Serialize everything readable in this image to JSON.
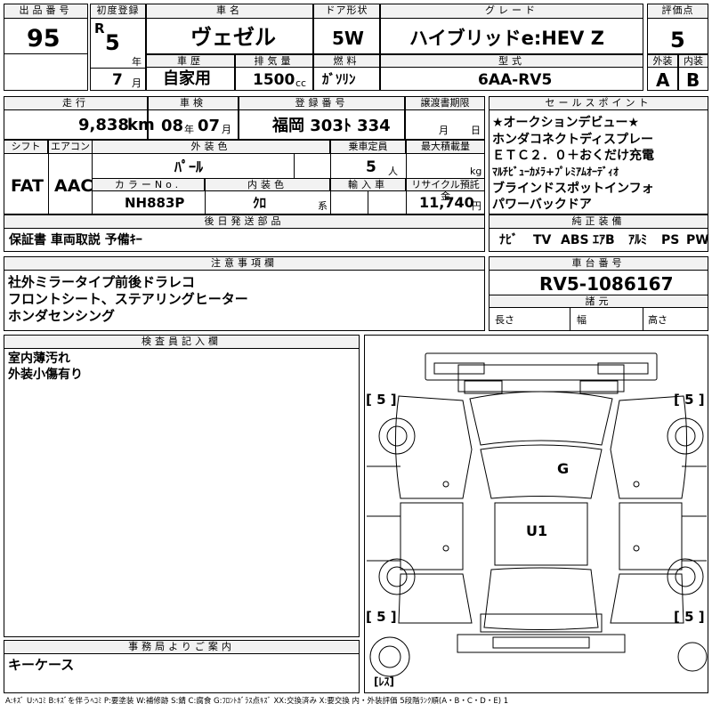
{
  "header": {
    "lot_number": {
      "label": "出品番号",
      "value": "95"
    },
    "first_registration": {
      "label": "初度登録",
      "era": "R",
      "year": "5",
      "year_unit": "年",
      "month": "7",
      "month_unit": "月"
    },
    "car_name": {
      "label": "車名",
      "value": "ヴェゼル"
    },
    "door": {
      "label": "ドア形状",
      "value": "5W"
    },
    "grade": {
      "label": "グレード",
      "value": "ハイブリッドe:HEV Z"
    },
    "rating": {
      "label": "評価点",
      "value": "5"
    },
    "history": {
      "label": "車歴",
      "value": "自家用"
    },
    "displacement": {
      "label": "排気量",
      "value": "1500",
      "unit": "cc"
    },
    "fuel": {
      "label": "燃料",
      "value": "ｶﾞｿﾘﾝ"
    },
    "model": {
      "label": "型式",
      "value": "6AA-RV5"
    },
    "exterior_grade": {
      "label": "外装",
      "value": "A"
    },
    "interior_grade": {
      "label": "内装",
      "value": "B"
    }
  },
  "row2": {
    "mileage": {
      "label": "走行",
      "value": "9,838",
      "unit": "km"
    },
    "inspection": {
      "label": "車検",
      "year": "08",
      "year_unit": "年",
      "month": "07",
      "month_unit": "月"
    },
    "registration": {
      "label": "登録番号",
      "value": "福岡 303ﾄ 334"
    },
    "transfer_deadline": {
      "label": "譲渡書期限",
      "month_unit": "月",
      "day_unit": "日"
    },
    "shift": {
      "label": "シフト",
      "value": "FAT"
    },
    "aircon": {
      "label": "エアコン",
      "value": "AAC"
    },
    "exterior_color": {
      "label": "外装色",
      "value": "ﾊﾟｰﾙ"
    },
    "capacity": {
      "label": "乗車定員",
      "value": "5",
      "unit": "人"
    },
    "max_load": {
      "label": "最大積載量",
      "unit": "kg"
    },
    "color_no": {
      "label": "カラーNo.",
      "value": "NH883P"
    },
    "interior_color": {
      "label": "内装色",
      "value": "ｸﾛ",
      "unit": "系"
    },
    "imported": {
      "label": "輸入車"
    },
    "recycle": {
      "label": "リサイクル預託金",
      "value": "11,740",
      "unit": "円"
    }
  },
  "later_items": {
    "label": "後日発送部品",
    "value": "保証書 車両取説 予備ｷｰ"
  },
  "sales_points": {
    "label": "セールスポイント",
    "lines": [
      "★オークションデビュー★",
      "ホンダコネクトディスプレー",
      "ＥＴＣ２．０＋おくだけ充電",
      "ﾏﾙﾁﾋﾞｭｰｶﾒﾗ+ﾌﾟﾚﾐｱﾑｵｰﾃﾞｨｵ",
      "ブラインドスポットインフォ",
      "パワーバックドア"
    ]
  },
  "equipment": {
    "label": "純正装備",
    "items": [
      "ﾅﾋﾞ",
      "TV",
      "ABS",
      "ｴｱB",
      "ｱﾙﾐ",
      "PS",
      "PW"
    ]
  },
  "notes": {
    "label": "注意事項欄",
    "lines": [
      "社外ミラータイプ前後ドラレコ",
      "フロントシート、ステアリングヒーター",
      "ホンダセンシング"
    ]
  },
  "chassis": {
    "label": "車台番号",
    "value": "RV5-1086167",
    "spec_label": "諸元",
    "length": "長さ",
    "width": "幅",
    "height": "高さ"
  },
  "inspector": {
    "label": "検査員記入欄",
    "lines": [
      "室内薄汚れ",
      "外装小傷有り"
    ]
  },
  "office": {
    "label": "事務局よりご案内",
    "value": "キーケース"
  },
  "diagram": {
    "tire_left_top": "[ 5 ]",
    "tire_right_top": "[ 5 ]",
    "tire_left_bottom": "[ 5 ]",
    "tire_right_bottom": "[ 5 ]",
    "mark_g": "G",
    "mark_u1": "U1",
    "spare": "[ﾚｽ]"
  },
  "legend": "A:ｷｽﾞ U:ﾍｺﾐ B:ｷｽﾞを伴うﾍｺﾐ P:要塗装 W:補修跡 S:錆 C:腐食 G:ﾌﾛﾝﾄｶﾞﾗｽ点ｷｽﾞ XX:交換済み X:要交換  内・外装評価 5段階ﾗﾝｸ順(A・B・C・D・E) 1"
}
